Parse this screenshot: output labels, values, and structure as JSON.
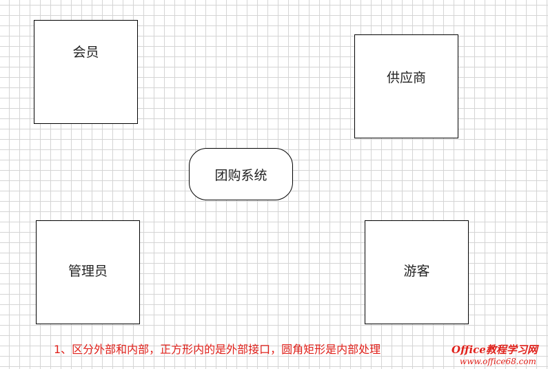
{
  "nodes": {
    "member": "会员",
    "supplier": "供应商",
    "system": "团购系统",
    "admin": "管理员",
    "visitor": "游客"
  },
  "note": "1、区分外部和内部，正方形内的是外部接口，圆角矩形是内部处理",
  "watermark": {
    "line1": "Office教程学习网",
    "line2": "www.office68.com"
  },
  "colors": {
    "note": "#e0201a",
    "grid": "#d4d4d4"
  }
}
